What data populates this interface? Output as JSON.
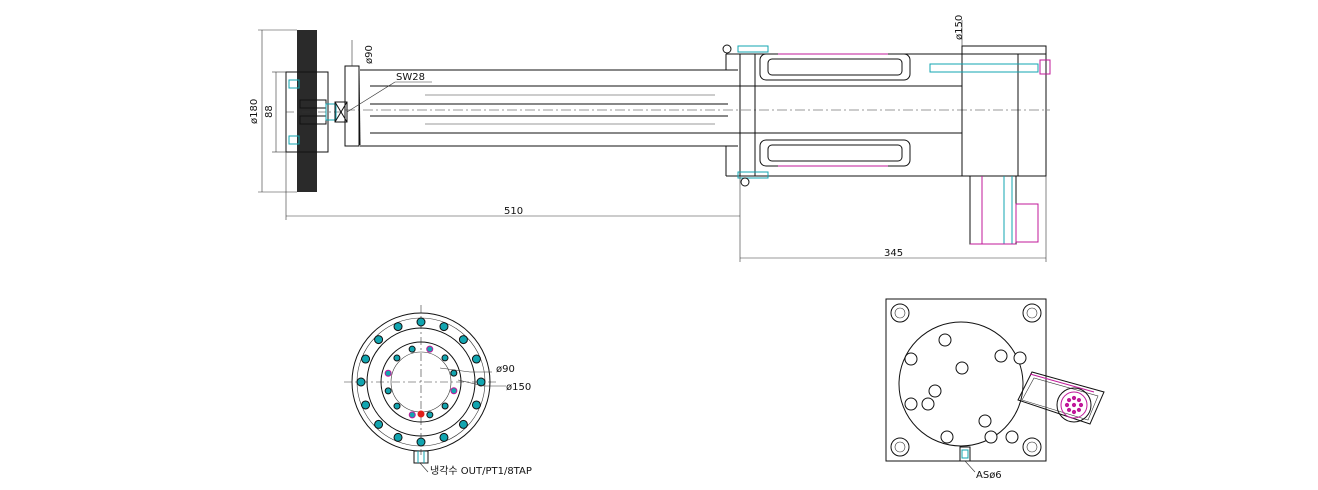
{
  "labels": {
    "dia_90_side": "ø90",
    "dia_150_side": "ø150",
    "sw": "SW28",
    "dia_180": "ø180",
    "dim_88": "88",
    "dim_510": "510",
    "dim_345": "345",
    "dia_90_front": "ø90",
    "dia_150_front": "ø150",
    "cooling_out": "냉각수 OUT/PT1/8TAP",
    "as_dia": "ASø6"
  },
  "colors": {
    "line": "#111111",
    "cyan": "#12a5b0",
    "magenta": "#c0189a",
    "red": "#e0201a"
  }
}
